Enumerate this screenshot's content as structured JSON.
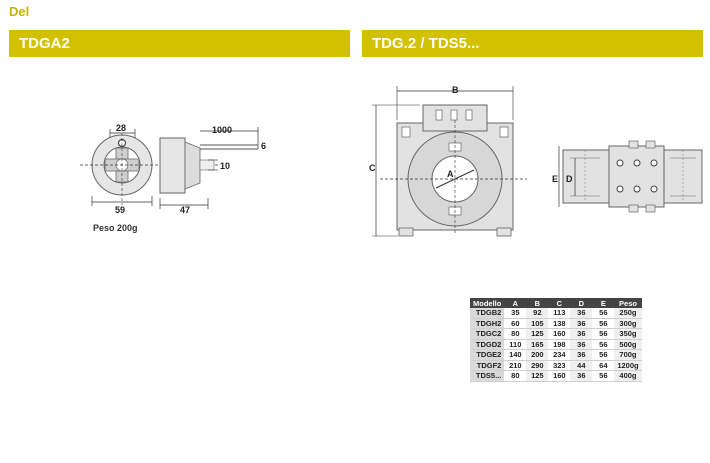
{
  "brand": "Del",
  "sections": {
    "left_title": "TDGA2",
    "right_title": "TDG.2 / TDS5..."
  },
  "left_drawing": {
    "dims": {
      "top": "28",
      "cable": "1000",
      "cable_end": "6",
      "side": "10",
      "width": "59",
      "depth": "47"
    },
    "weight_label": "Peso 200g"
  },
  "right_drawing": {
    "dims": {
      "b": "B",
      "c": "C",
      "a": "A",
      "e": "E",
      "d": "D"
    }
  },
  "table": {
    "headers": [
      "Modello",
      "A",
      "B",
      "C",
      "D",
      "E",
      "Peso"
    ],
    "rows": [
      [
        "TDGB2",
        "35",
        "92",
        "113",
        "36",
        "56",
        "250g"
      ],
      [
        "TDGH2",
        "60",
        "105",
        "138",
        "36",
        "56",
        "300g"
      ],
      [
        "TDGC2",
        "80",
        "125",
        "160",
        "36",
        "56",
        "350g"
      ],
      [
        "TDGD2",
        "110",
        "165",
        "198",
        "36",
        "56",
        "500g"
      ],
      [
        "TDGE2",
        "140",
        "200",
        "234",
        "36",
        "56",
        "700g"
      ],
      [
        "TDGF2",
        "210",
        "290",
        "323",
        "44",
        "64",
        "1200g"
      ],
      [
        "TDS5...",
        "80",
        "125",
        "160",
        "36",
        "56",
        "400g"
      ]
    ]
  },
  "colors": {
    "accent": "#d2c100",
    "brand": "#c8b400"
  }
}
